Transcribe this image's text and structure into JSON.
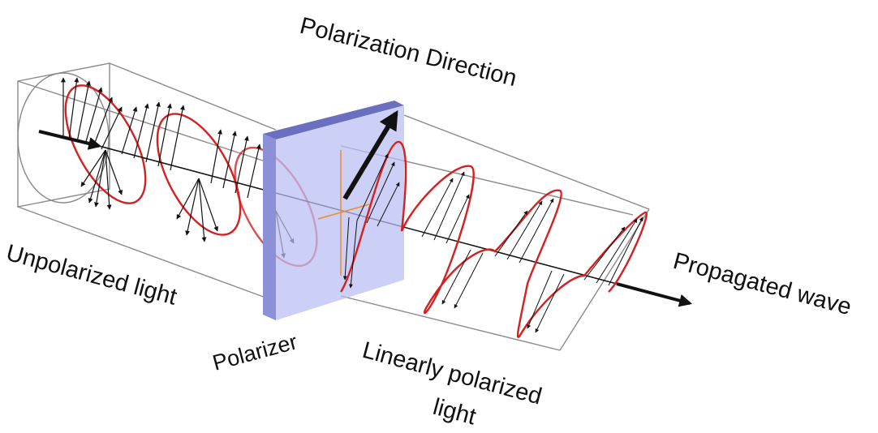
{
  "labels": {
    "polarization_direction": "Polarization Direction",
    "unpolarized_light": "Unpolarized light",
    "polarizer": "Polarizer",
    "linearly_polarized_line1": "Linearly polarized",
    "linearly_polarized_line2": "light",
    "propagated_wave": "Propagated wave"
  },
  "colors": {
    "wave_outline": "#d42020",
    "vector": "#111111",
    "polarizer_fill": "#b9bdf2",
    "polarizer_edge": "#6b6fc0",
    "polarizer_label": "#8a8cc8",
    "axes": "#f08a2a",
    "box_edge": "#8a8a8a"
  },
  "icons": {
    "propagation_arrow": "arrow-right-icon",
    "polarization_arrow": "arrow-up-right-icon"
  }
}
